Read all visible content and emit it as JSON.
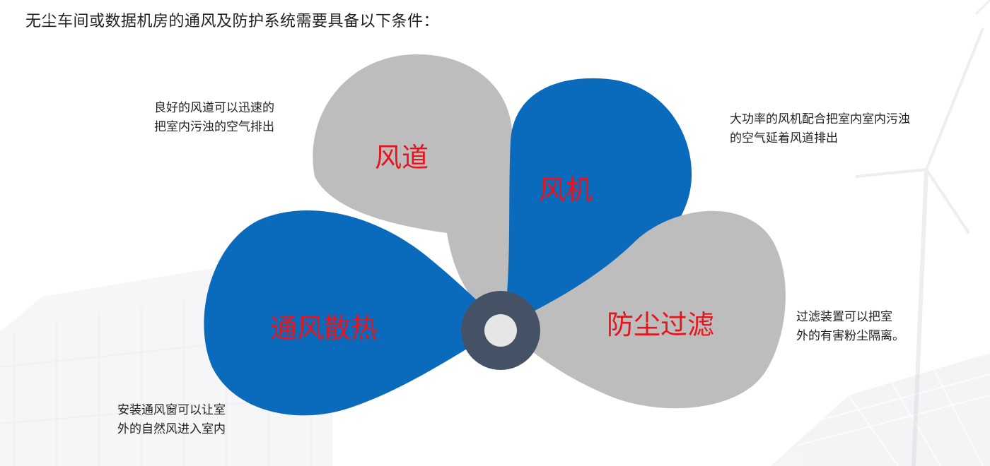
{
  "page": {
    "title": "无尘车间或数据机房的通风及防护系统需要具备以下条件："
  },
  "petals": [
    {
      "id": "duct",
      "label": "风道",
      "color": "#bdbdbd"
    },
    {
      "id": "fan",
      "label": "风机",
      "color": "#0a6bbd"
    },
    {
      "id": "ventilation",
      "label": "通风散热",
      "color": "#0a6bbd"
    },
    {
      "id": "dust",
      "label": "防尘过滤",
      "color": "#bdbdbd"
    }
  ],
  "notes": {
    "duct": [
      "良好的风道可以迅速的",
      "把室内污浊的空气排出"
    ],
    "fan": [
      "大功率的风机配合把室内室内污浊",
      "的空气延着风道排出"
    ],
    "dust": [
      "过滤装置可以把室",
      "外的有害粉尘隔离。"
    ],
    "ventilation": [
      "安装通风窗可以让室",
      "外的自然风进入室内"
    ]
  },
  "hub": {
    "ring_color": "#455266",
    "center_color": "#e6e6e6"
  }
}
